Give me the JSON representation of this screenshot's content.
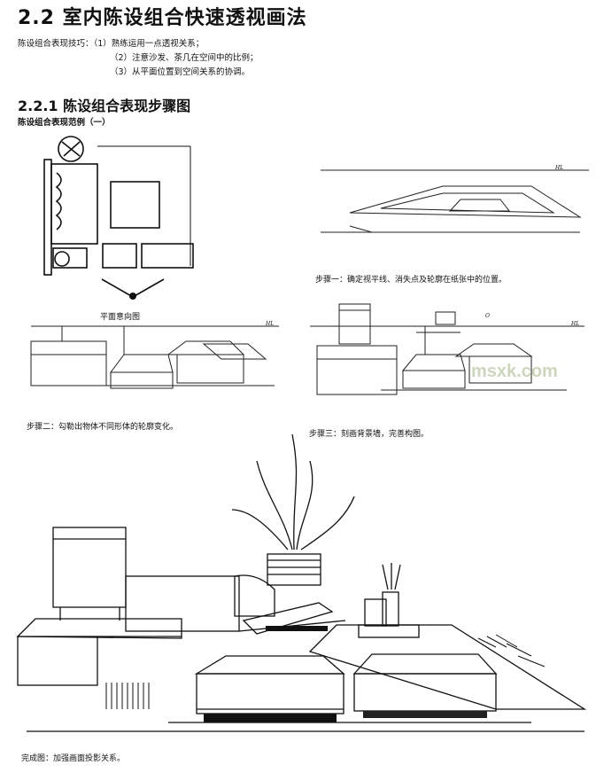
{
  "page": {
    "section_title": "2.2  室内陈设组合快速透视画法",
    "tips": {
      "lead": "陈设组合表现技巧：",
      "items": [
        "（1）熟练运用一点透视关系；",
        "（2）注意沙发、茶几在空间中的比例；",
        "（3）从平面位置到空间关系的协调。"
      ]
    },
    "subsection_title": "2.2.1  陈设组合表现步骤图",
    "example_title": "陈设组合表现范例（一）"
  },
  "captions": {
    "plan": "平面意向图",
    "step1": "步骤一：确定视平线、消失点及轮廓在纸张中的位置。",
    "step2": "步骤二：勾勒出物体不同形体的轮廓变化。",
    "step3": "步骤三：刻画背景墙，完善构图。",
    "final": "完成图：加强画面投影关系。"
  },
  "sketch_labels": {
    "horizon": "HL",
    "vanishing_point": "O"
  },
  "watermark": "msxk.com"
}
